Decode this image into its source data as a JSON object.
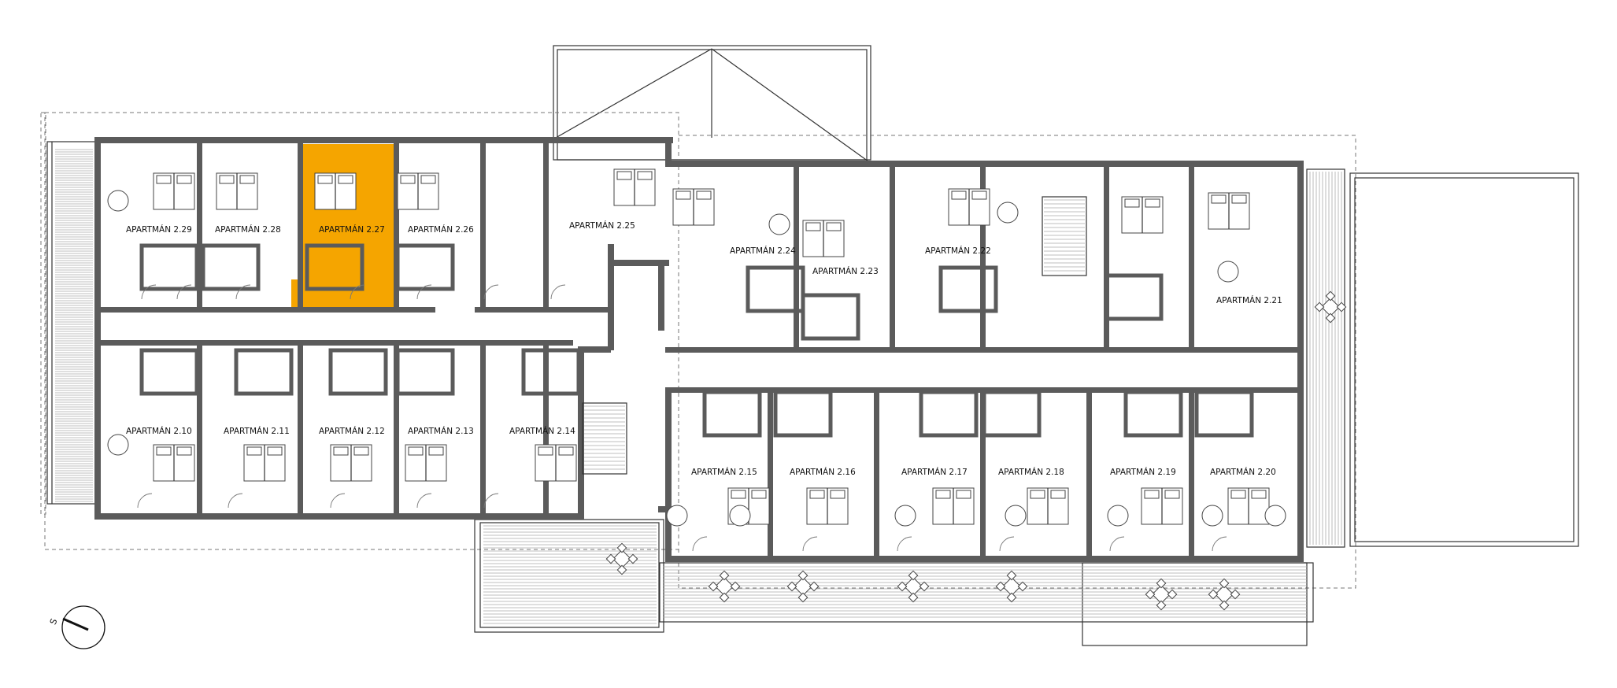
{
  "colors": {
    "background": "#ffffff",
    "wall": "#5b5b5b",
    "highlight": "#f5a500",
    "line": "#333333"
  },
  "highlighted_unit": "APARTMÁN 2.27",
  "north_symbol": {
    "label": "S"
  },
  "apartments": [
    {
      "id": "2.29",
      "label": "APARTMÁN 2.29"
    },
    {
      "id": "2.28",
      "label": "APARTMÁN 2.28"
    },
    {
      "id": "2.27",
      "label": "APARTMÁN 2.27"
    },
    {
      "id": "2.26",
      "label": "APARTMÁN 2.26"
    },
    {
      "id": "2.25",
      "label": "APARTMÁN 2.25"
    },
    {
      "id": "2.24",
      "label": "APARTMÁN 2.24"
    },
    {
      "id": "2.23",
      "label": "APARTMÁN 2.23"
    },
    {
      "id": "2.22",
      "label": "APARTMÁN 2.22"
    },
    {
      "id": "2.21",
      "label": "APARTMÁN 2.21"
    },
    {
      "id": "2.10",
      "label": "APARTMÁN 2.10"
    },
    {
      "id": "2.11",
      "label": "APARTMÁN 2.11"
    },
    {
      "id": "2.12",
      "label": "APARTMÁN 2.12"
    },
    {
      "id": "2.13",
      "label": "APARTMÁN 2.13"
    },
    {
      "id": "2.14",
      "label": "APARTMÁN 2.14"
    },
    {
      "id": "2.15",
      "label": "APARTMÁN 2.15"
    },
    {
      "id": "2.16",
      "label": "APARTMÁN 2.16"
    },
    {
      "id": "2.17",
      "label": "APARTMÁN 2.17"
    },
    {
      "id": "2.18",
      "label": "APARTMÁN 2.18"
    },
    {
      "id": "2.19",
      "label": "APARTMÁN 2.19"
    },
    {
      "id": "2.20",
      "label": "APARTMÁN 2.20"
    }
  ]
}
